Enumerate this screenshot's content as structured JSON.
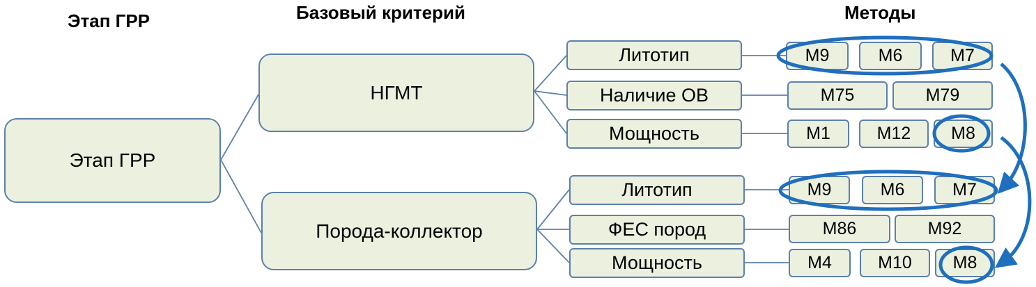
{
  "headers": {
    "stage": "Этап ГРР",
    "criterion": "Базовый критерий",
    "methods": "Методы"
  },
  "root": {
    "label": "Этап ГРР"
  },
  "groups": [
    {
      "label": "НГМТ",
      "criteria": [
        {
          "label": "Литотип",
          "methods": [
            "M9",
            "M6",
            "M7"
          ]
        },
        {
          "label": "Наличие ОВ",
          "methods": [
            "M75",
            "M79"
          ]
        },
        {
          "label": "Мощность",
          "methods": [
            "M1",
            "M12",
            "M8"
          ]
        }
      ]
    },
    {
      "label": "Порода-коллектор",
      "criteria": [
        {
          "label": "Литотип",
          "methods": [
            "M9",
            "M6",
            "M7"
          ]
        },
        {
          "label": "ФЕС пород",
          "methods": [
            "M86",
            "M92"
          ]
        },
        {
          "label": "Мощность",
          "methods": [
            "M4",
            "M10",
            "M8"
          ]
        }
      ]
    }
  ],
  "colors": {
    "box_fill": "#ebf1de",
    "box_border": "#5b80ad",
    "highlight": "#1f6fbf"
  }
}
